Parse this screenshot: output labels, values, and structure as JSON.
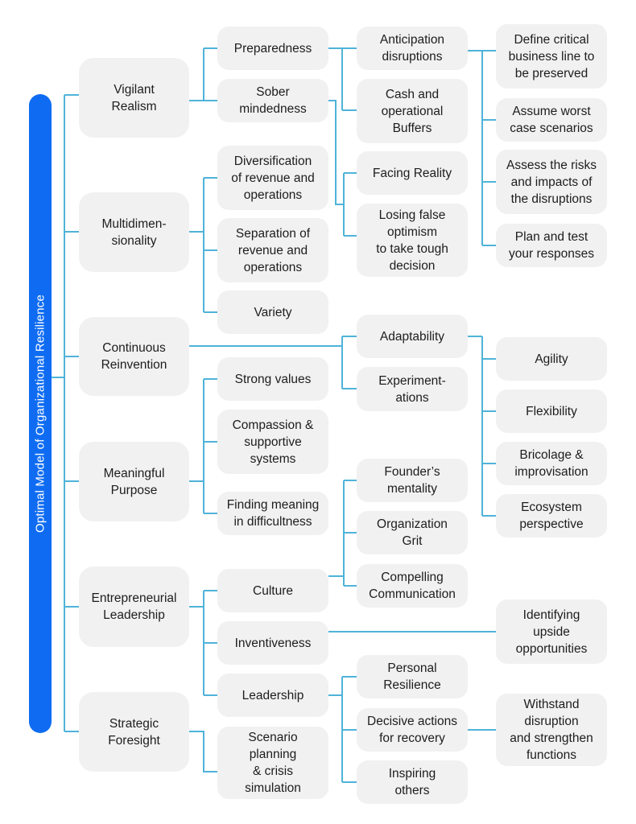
{
  "title": "Optimal Model of Organizational Resilience",
  "colors": {
    "root_bar": "#0f6cf2",
    "connector": "#4fb3d9",
    "node_bg": "#f1f1f1",
    "text": "#1d1d1d"
  },
  "level1": [
    {
      "id": "vigilant-realism",
      "label": "Vigilant\nRealism"
    },
    {
      "id": "multidimensionality",
      "label": "Multidimen-\nsionality"
    },
    {
      "id": "continuous-reinvention",
      "label": "Continuous\nReinvention"
    },
    {
      "id": "meaningful-purpose",
      "label": "Meaningful\nPurpose"
    },
    {
      "id": "entrepreneurial-leadership",
      "label": "Entrepreneurial\nLeadership"
    },
    {
      "id": "strategic-foresight",
      "label": "Strategic\nForesight"
    }
  ],
  "level2": [
    {
      "id": "preparedness",
      "label": "Preparedness",
      "parent": "vigilant-realism"
    },
    {
      "id": "sober-mindedness",
      "label": "Sober\nmindedness",
      "parent": "vigilant-realism"
    },
    {
      "id": "diversification",
      "label": "Diversification\nof revenue and\noperations",
      "parent": "multidimensionality"
    },
    {
      "id": "separation",
      "label": "Separation of\nrevenue and\noperations",
      "parent": "multidimensionality"
    },
    {
      "id": "variety",
      "label": "Variety",
      "parent": "multidimensionality"
    },
    {
      "id": "strong-values",
      "label": "Strong values",
      "parent": "meaningful-purpose"
    },
    {
      "id": "compassion",
      "label": "Compassion &\nsupportive\nsystems",
      "parent": "meaningful-purpose"
    },
    {
      "id": "finding-meaning",
      "label": "Finding meaning\nin difficultness",
      "parent": "meaningful-purpose"
    },
    {
      "id": "culture",
      "label": "Culture",
      "parent": "entrepreneurial-leadership"
    },
    {
      "id": "inventiveness",
      "label": "Inventiveness",
      "parent": "entrepreneurial-leadership"
    },
    {
      "id": "leadership",
      "label": "Leadership",
      "parent": "entrepreneurial-leadership"
    },
    {
      "id": "scenario-planning",
      "label": "Scenario\nplanning\n& crisis\nsimulation",
      "parent": "strategic-foresight"
    }
  ],
  "level3": [
    {
      "id": "anticipation",
      "label": "Anticipation\ndisruptions",
      "parent": "preparedness"
    },
    {
      "id": "cash-buffers",
      "label": "Cash and\noperational\nBuffers",
      "parent": "preparedness"
    },
    {
      "id": "facing-reality",
      "label": "Facing Reality",
      "parent": "sober-mindedness"
    },
    {
      "id": "losing-optimism",
      "label": "Losing false\noptimism\nto take tough\ndecision",
      "parent": "sober-mindedness"
    },
    {
      "id": "adaptability",
      "label": "Adaptability",
      "parent": "continuous-reinvention"
    },
    {
      "id": "experimentations",
      "label": "Experiment-\nations",
      "parent": "continuous-reinvention"
    },
    {
      "id": "founders-mentality",
      "label": "Founder’s\nmentality",
      "parent": "culture"
    },
    {
      "id": "organization-grit",
      "label": "Organization\nGrit",
      "parent": "culture"
    },
    {
      "id": "compelling-communication",
      "label": "Compelling\nCommunication",
      "parent": "culture"
    },
    {
      "id": "personal-resilience",
      "label": "Personal\nResilience",
      "parent": "leadership"
    },
    {
      "id": "decisive-actions",
      "label": "Decisive actions\nfor recovery",
      "parent": "leadership"
    },
    {
      "id": "inspiring-others",
      "label": "Inspiring\nothers",
      "parent": "leadership"
    }
  ],
  "level4": [
    {
      "id": "define-critical",
      "label": "Define critical\nbusiness line to\nbe preserved",
      "parent": "anticipation"
    },
    {
      "id": "assume-worst",
      "label": "Assume worst\ncase scenarios",
      "parent": "anticipation"
    },
    {
      "id": "assess-risks",
      "label": "Assess the risks\nand impacts of\nthe disruptions",
      "parent": "anticipation"
    },
    {
      "id": "plan-test",
      "label": "Plan and test\nyour responses",
      "parent": "anticipation"
    },
    {
      "id": "agility",
      "label": "Agility",
      "parent": "adaptability"
    },
    {
      "id": "flexibility",
      "label": "Flexibility",
      "parent": "adaptability"
    },
    {
      "id": "bricolage",
      "label": "Bricolage &\nimprovisation",
      "parent": "adaptability"
    },
    {
      "id": "ecosystem",
      "label": "Ecosystem\nperspective",
      "parent": "adaptability"
    },
    {
      "id": "identifying-upside",
      "label": "Identifying\nupside\nopportunities",
      "parent": "inventiveness"
    },
    {
      "id": "withstand-disruption",
      "label": "Withstand\ndisruption\nand strengthen\nfunctions",
      "parent": "decisive-actions"
    }
  ]
}
